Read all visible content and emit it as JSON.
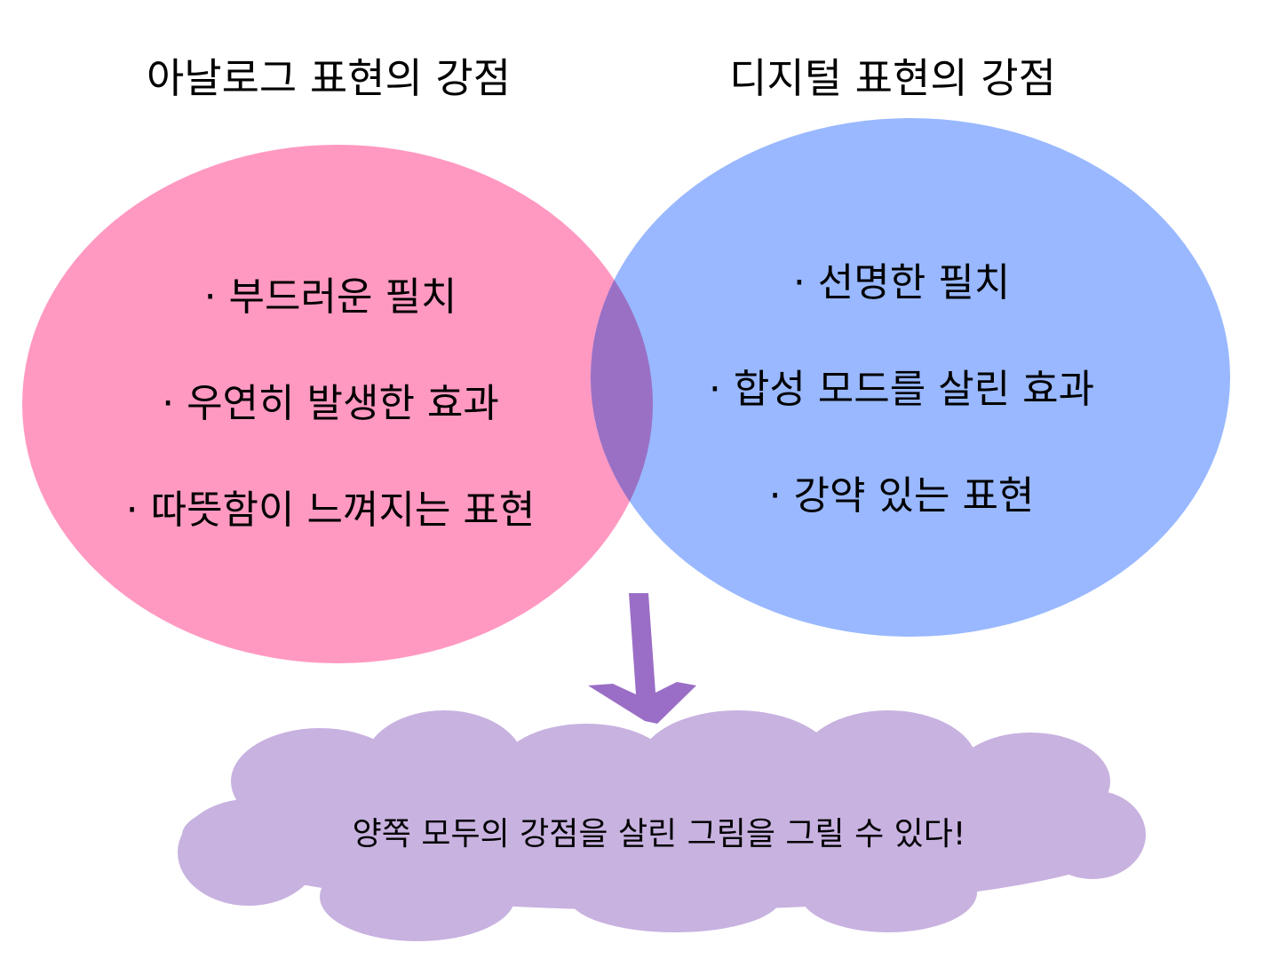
{
  "colors": {
    "analog": "#FF99C2",
    "digital": "#99B8FF",
    "overlap": "#9A70C4",
    "result": "#C8B2E0",
    "arrow": "#9A6EC6"
  },
  "analog": {
    "title": "아날로그 표현의 강점",
    "items": [
      "· 부드러운 필치",
      "· 우연히 발생한 효과",
      "· 따뜻함이 느껴지는 표현"
    ]
  },
  "digital": {
    "title": "디지털 표현의 강점",
    "items": [
      "· 선명한 필치",
      "· 합성 모드를 살린 효과",
      "· 강약 있는 표현"
    ]
  },
  "result": {
    "text": "양쪽 모두의 강점을 살린 그림을 그릴 수 있다!"
  }
}
